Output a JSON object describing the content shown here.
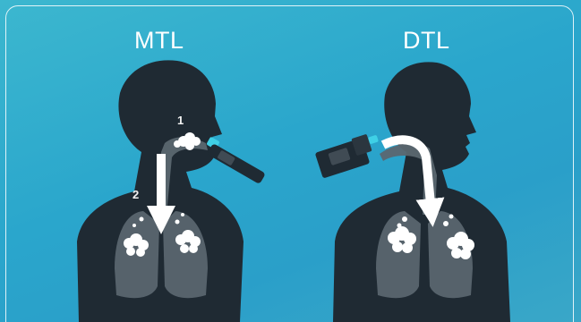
{
  "labels": {
    "left_title": "MTL",
    "right_title": "DTL",
    "step_1": "1",
    "step_2": "2"
  },
  "colors": {
    "background": "#2aa6c9",
    "silhouette": "#1f2a33",
    "airway": "#5b6770",
    "lungs": "#56626b",
    "vapor": "#ffffff",
    "arrow": "#ffffff",
    "frame": "#ffffff"
  }
}
